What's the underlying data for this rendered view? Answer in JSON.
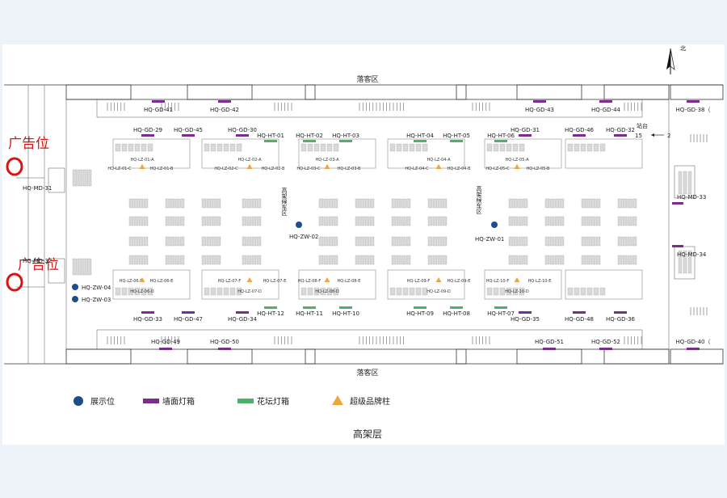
{
  "zones": {
    "top": "落客区",
    "bottom": "落客区",
    "north": "北"
  },
  "floor_title": "高架层",
  "station": {
    "label": "站台",
    "n1": "15",
    "n2": "2"
  },
  "ad_label": "广告位",
  "waiting_area": "高架候车区",
  "legend": [
    {
      "label": "展示位",
      "shape": "circle",
      "color": "#1e4d8c"
    },
    {
      "label": "墙面灯箱",
      "shape": "bar",
      "color": "#7b2d8e"
    },
    {
      "label": "花坛灯箱",
      "shape": "bar",
      "color": "#4fb06a"
    },
    {
      "label": "超级品牌柱",
      "shape": "triangle",
      "color": "#f0a43a"
    }
  ],
  "colors": {
    "display": "#1e4d8c",
    "wall_lightbox": "#7b2d8e",
    "planter_lightbox": "#4fb06a",
    "brand_pillar": "#f0a43a",
    "ad_marker": "#d81414"
  },
  "top_gd": [
    "HQ-GD-41",
    "HQ-GD-42",
    "HQ-GD-43",
    "HQ-GD-44",
    "HQ-GD-38（"
  ],
  "bottom_gd": [
    "HQ-GD-49",
    "HQ-GD-50",
    "HQ-GD-51",
    "HQ-GD-52",
    "HQ-GD-40（"
  ],
  "upper_gd": [
    "HQ-GD-29",
    "HQ-GD-45",
    "HQ-GD-30",
    "HQ-GD-31",
    "HQ-GD-46",
    "HQ-GD-32"
  ],
  "lower_gd": [
    "HQ-GD-33",
    "HQ-GD-47",
    "HQ-GD-34",
    "HQ-GD-35",
    "HQ-GD-48",
    "HQ-GD-36"
  ],
  "upper_ht": [
    "HQ-HT-01",
    "HQ-HT-02",
    "HQ-HT-03",
    "HQ-HT-04",
    "HQ-HT-05",
    "HQ-HT-06"
  ],
  "lower_ht": [
    "HQ-HT-12",
    "HQ-HT-11",
    "HQ-HT-10",
    "HQ-HT-09",
    "HQ-HT-08",
    "HQ-HT-07"
  ],
  "md": [
    "HQ-MD-31",
    "HQ-MD-32",
    "HQ-MD-33",
    "HQ-MD-34"
  ],
  "zw": [
    "HQ-ZW-02",
    "HQ-ZW-01",
    "HQ-ZW-04",
    "HQ-ZW-03"
  ],
  "lz_upper": {
    "a": [
      "HQ-LZ-01-A",
      "HQ-LZ-02-A",
      "HQ-LZ-03-A",
      "HQ-LZ-04-A",
      "HQ-LZ-05-A"
    ],
    "row": [
      "HQ-LZ-01-C",
      "HQ-LZ-01-B",
      "HQ-LZ-02-C",
      "HQ-LZ-02-B",
      "HQ-LZ-03-C",
      "HQ-LZ-03-B",
      "HQ-LZ-04-C",
      "HQ-LZ-04-B",
      "HQ-LZ-05-C",
      "HQ-LZ-05-B"
    ]
  },
  "lz_lower": {
    "row": [
      "HQ-LZ-06-F",
      "HQ-LZ-06-E",
      "HQ-LZ-07-F",
      "HQ-LZ-07-E",
      "HQ-LZ-08-F",
      "HQ-LZ-08-E",
      "HQ-LZ-09-F",
      "HQ-LZ-09-E",
      "HQ-LZ-10-F",
      "HQ-LZ-10-E"
    ],
    "d": [
      "HQ-LZ-06-D",
      "HQ-LZ-07-D",
      "HQ-LZ-08-D",
      "HQ-LZ-09-D",
      "HQ-LZ-10-D"
    ]
  }
}
